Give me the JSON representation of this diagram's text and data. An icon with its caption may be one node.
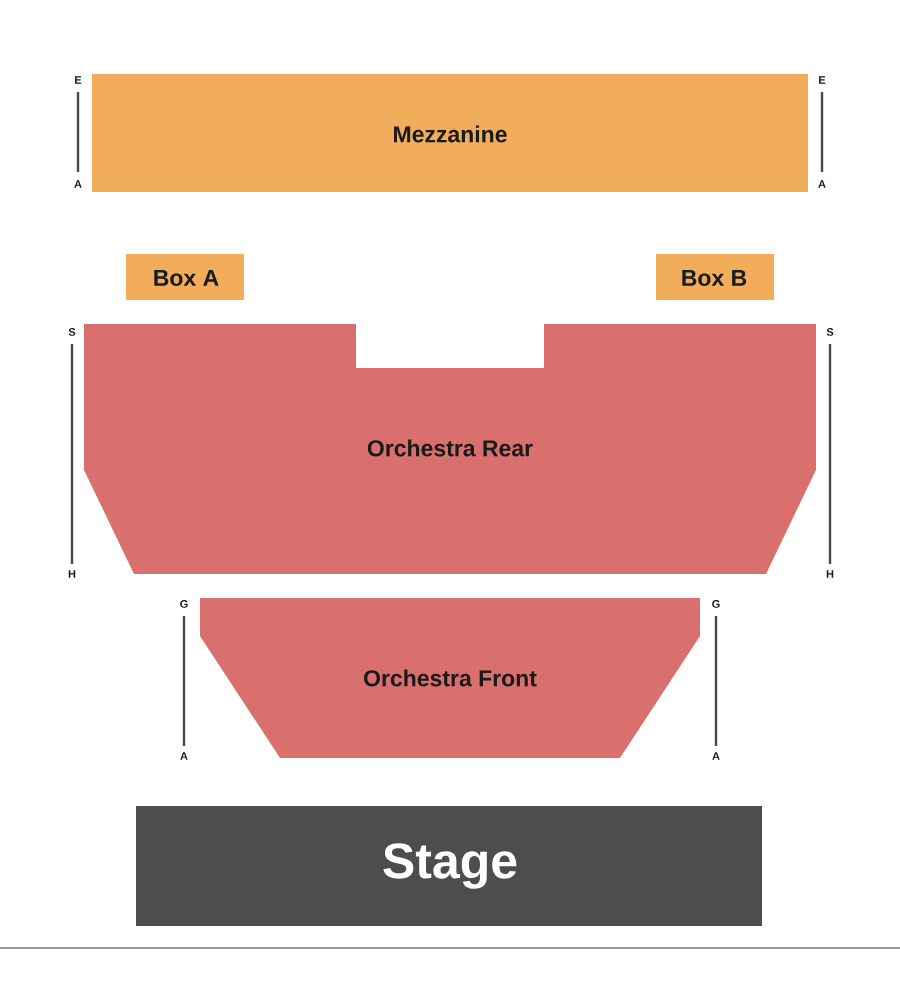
{
  "diagram": {
    "nodes": [
      {
        "text": [
          "Mezzanine"
        ]
      },
      {
        "text": [
          "Box A"
        ]
      },
      {
        "text": [
          "Box B"
        ]
      },
      {
        "text": [
          "Orchestra Rear"
        ]
      },
      {
        "text": [
          "Orchestra Front"
        ]
      },
      {
        "text": [
          "Stage"
        ]
      }
    ],
    "labels": [
      "E",
      "E",
      "A",
      "A",
      "S",
      "S",
      "H",
      "H",
      "G",
      "G",
      "A",
      "A"
    ]
  }
}
